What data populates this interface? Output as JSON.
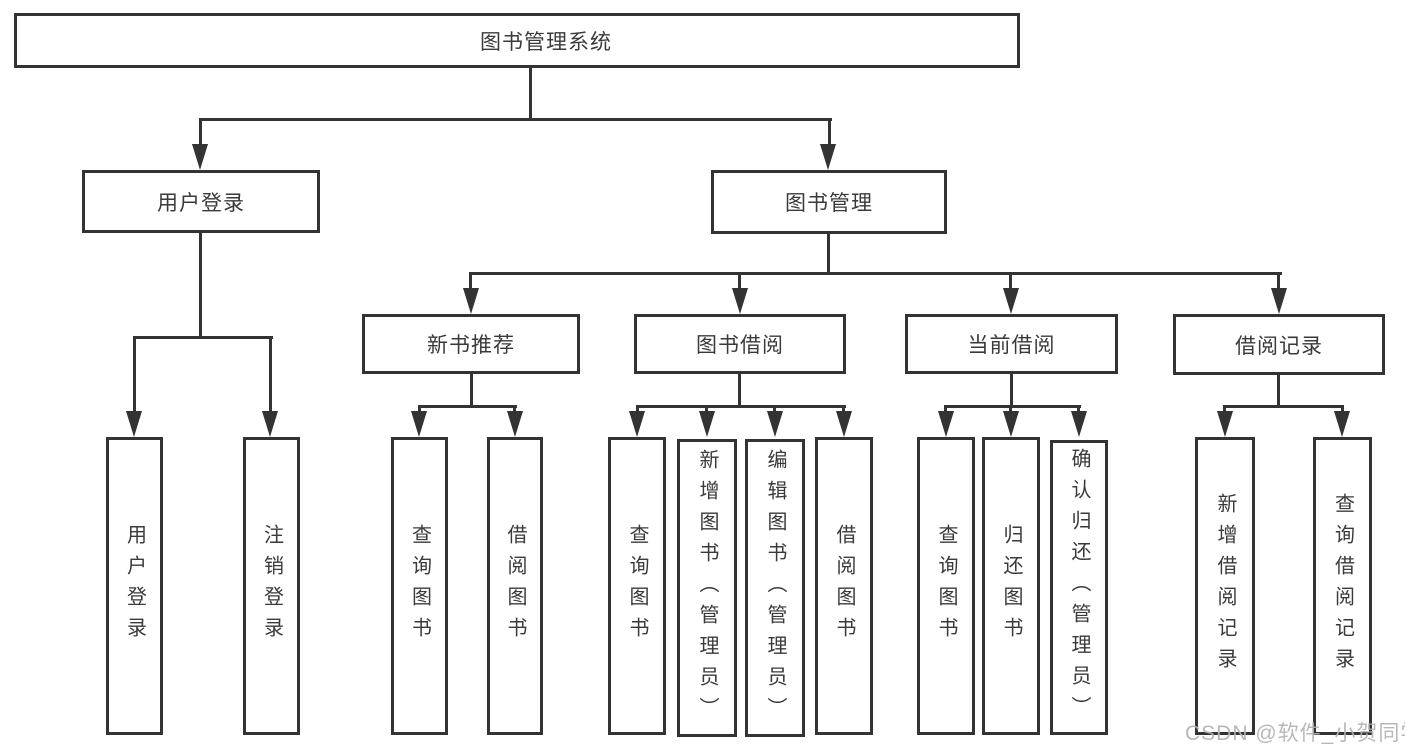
{
  "colors": {
    "line": "#333333",
    "text": "#3a3a3a",
    "watermark": "#b3b3b3",
    "box_background": "#ffffff"
  },
  "watermark": {
    "text": "CSDN @软件_小贺同学"
  },
  "diagram": {
    "type": "tree",
    "root": {
      "label": "图书管理系统"
    },
    "branches": [
      {
        "label": "用户登录",
        "children": [
          {
            "label": "用户登录"
          },
          {
            "label": "注销登录"
          }
        ]
      },
      {
        "label": "图书管理",
        "children": [
          {
            "label": "新书推荐",
            "children": [
              {
                "label": "查询图书"
              },
              {
                "label": "借阅图书"
              }
            ]
          },
          {
            "label": "图书借阅",
            "children": [
              {
                "label": "查询图书"
              },
              {
                "label": "新增图书（管理员）"
              },
              {
                "label": "编辑图书（管理员）"
              },
              {
                "label": "借阅图书"
              }
            ]
          },
          {
            "label": "当前借阅",
            "children": [
              {
                "label": "查询图书"
              },
              {
                "label": "归还图书"
              },
              {
                "label": "确认归还（管理员）"
              }
            ]
          },
          {
            "label": "借阅记录",
            "children": [
              {
                "label": "新增借阅记录"
              },
              {
                "label": "查询借阅记录"
              }
            ]
          }
        ]
      }
    ]
  }
}
